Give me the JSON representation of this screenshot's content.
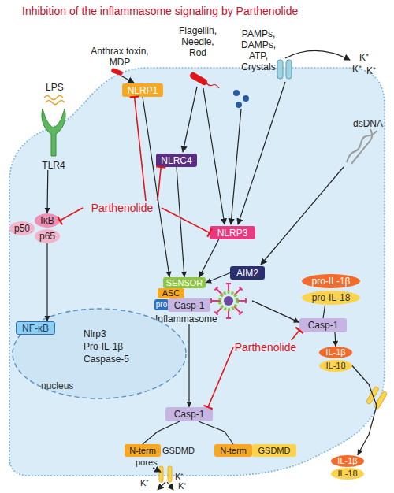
{
  "diagram": {
    "title": "Inhibition of the inflammasome signaling by Parthenolide",
    "nodes": [
      {
        "text": [
          "NLRP1"
        ]
      },
      {
        "text": [
          "NLRC4"
        ]
      },
      {
        "text": [
          "TLR4"
        ]
      },
      {
        "text": [
          "Parthenolide"
        ]
      },
      {
        "text": [
          "IκB"
        ]
      },
      {
        "text": [
          "p50"
        ]
      },
      {
        "text": [
          "p65"
        ]
      },
      {
        "text": [
          "NLRP3"
        ]
      },
      {
        "text": [
          "AIM2"
        ]
      },
      {
        "text": [
          "pro-IL-1β"
        ]
      },
      {
        "text": [
          "pro-IL-18"
        ]
      },
      {
        "text": [
          "Inflammasome"
        ]
      },
      {
        "text": [
          "SENSOR"
        ],
        "in": 11
      },
      {
        "text": [
          "ASC"
        ],
        "in": 11
      },
      {
        "text": [
          "pro"
        ],
        "in": 11
      },
      {
        "text": [
          "Casp-1"
        ],
        "in": 11
      },
      {
        "text": [
          "Casp-1"
        ]
      },
      {
        "text": [
          "Parthenolide"
        ]
      },
      {
        "text": [
          "IL-1β"
        ]
      },
      {
        "text": [
          "IL-18"
        ]
      },
      {
        "text": [
          "nucleus"
        ]
      },
      {
        "text": [
          "NF-κB"
        ],
        "in": 20
      },
      {
        "text": [
          "Casp-1"
        ]
      },
      {
        "text": [
          "N-term"
        ]
      },
      {
        "text": [
          "N-term"
        ]
      },
      {
        "text": [
          "GSDMD"
        ]
      },
      {
        "text": [
          "IL-1β"
        ]
      },
      {
        "text": [
          "IL-18"
        ]
      }
    ],
    "edges": [
      {
        "from": 2,
        "to": 4,
        "arrow": "to"
      },
      {
        "from": 6,
        "to": 21,
        "arrow": "to"
      },
      {
        "from": 3,
        "to": 0,
        "arrow": "to"
      },
      {
        "from": 3,
        "to": 1,
        "arrow": "to"
      },
      {
        "from": 3,
        "to": 7,
        "arrow": "to"
      },
      {
        "from": 3,
        "to": 4,
        "arrow": "to"
      },
      {
        "from": 0,
        "to": 12,
        "arrow": "to"
      },
      {
        "from": 1,
        "to": 12,
        "arrow": "to"
      },
      {
        "from": 7,
        "to": 12,
        "arrow": "to"
      },
      {
        "from": 8,
        "to": 12,
        "arrow": "to"
      },
      {
        "from": 11,
        "to": 22,
        "arrow": "to"
      },
      {
        "from": 11,
        "to": 16,
        "arrow": "to"
      },
      {
        "from": 10,
        "to": 16,
        "arrow": "none"
      },
      {
        "from": 16,
        "to": 18,
        "arrow": "to"
      },
      {
        "from": 17,
        "to": 16,
        "arrow": "to"
      },
      {
        "from": 17,
        "to": 22,
        "arrow": "to"
      },
      {
        "from": 22,
        "to": 23,
        "arrow": "none"
      },
      {
        "from": 22,
        "to": 24,
        "arrow": "none"
      },
      {
        "from": 19,
        "to": 26,
        "arrow": "to"
      }
    ],
    "labels": [
      "Anthrax toxin, MDP",
      "Flagellin, Needle, Rod",
      "PAMPs, DAMPs, ATP, Crystals",
      "K⁺",
      "K⁺",
      "K⁺",
      "LPS",
      "dsDNA",
      "Nlrp3",
      "Pro-IL-1β",
      "Caspase-5",
      "GSDMD",
      "pores",
      "K⁺",
      "K⁺",
      "K⁺"
    ]
  }
}
